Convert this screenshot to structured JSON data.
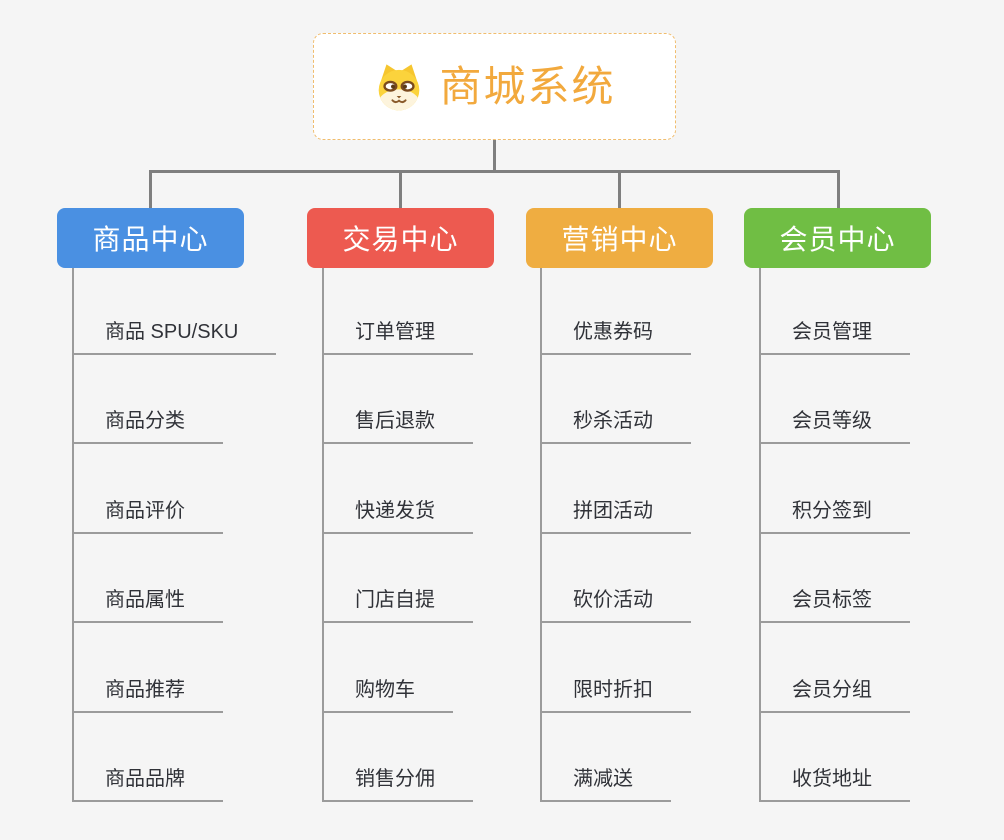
{
  "root": {
    "title": "商城系统",
    "icon": "dog-face-icon"
  },
  "branches": [
    {
      "label": "商品中心",
      "color": "#4a90e2",
      "children": [
        "商品 SPU/SKU",
        "商品分类",
        "商品评价",
        "商品属性",
        "商品推荐",
        "商品品牌"
      ]
    },
    {
      "label": "交易中心",
      "color": "#ed5a50",
      "children": [
        "订单管理",
        "售后退款",
        "快递发货",
        "门店自提",
        "购物车",
        "销售分佣"
      ]
    },
    {
      "label": "营销中心",
      "color": "#efad41",
      "children": [
        "优惠券码",
        "秒杀活动",
        "拼团活动",
        "砍价活动",
        "限时折扣",
        "满减送"
      ]
    },
    {
      "label": "会员中心",
      "color": "#70be44",
      "children": [
        "会员管理",
        "会员等级",
        "积分签到",
        "会员标签",
        "会员分组",
        "收货地址"
      ]
    }
  ],
  "palette": {
    "background": "#f5f5f5",
    "root_accent": "#f2a93d",
    "root_border": "#f0bd6e",
    "connector_line": "#7f7f7f",
    "leaf_line": "#9b9b9b",
    "leaf_text": "#303238",
    "branch_text": "#ffffff"
  }
}
